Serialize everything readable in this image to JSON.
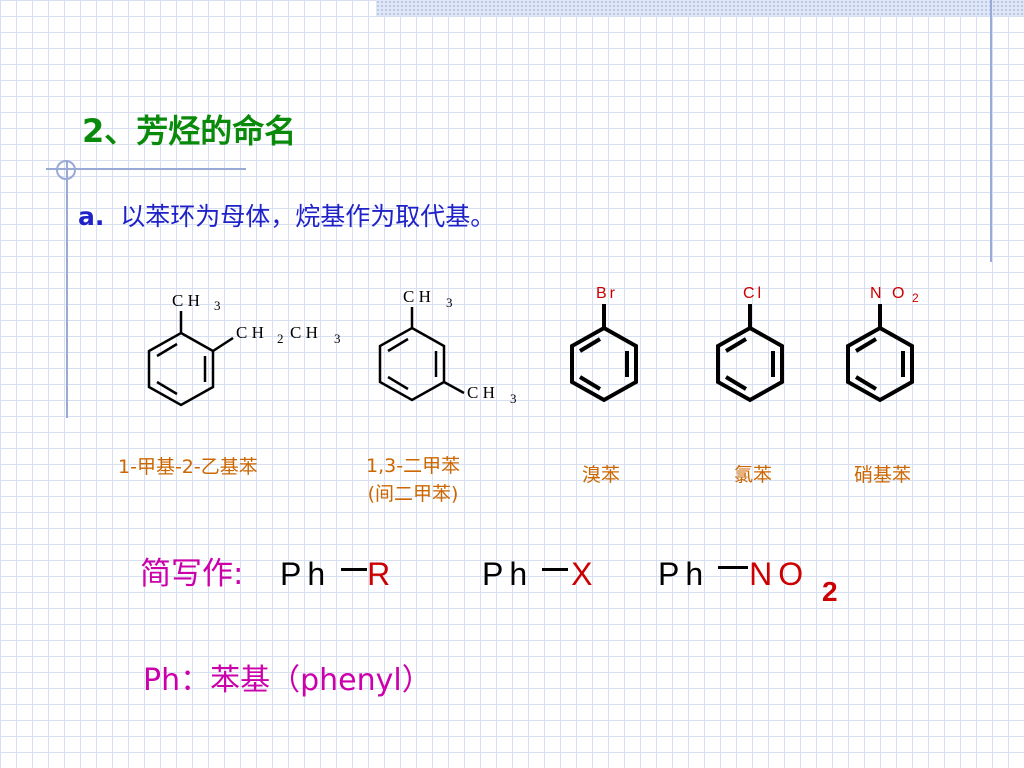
{
  "slide": {
    "title": "2、芳烃的命名",
    "subtitle_lead": "a.",
    "subtitle_text": "以苯环为母体，烷基作为取代基。"
  },
  "structures": [
    {
      "labels": {
        "ch3_top": "C H",
        "ch3_top_sub": "3",
        "ethyl": "C H",
        "ethyl_sub1": "2",
        "ethyl_mid": "C H",
        "ethyl_sub2": "3"
      },
      "name": "1-甲基-2-乙基苯"
    },
    {
      "labels": {
        "ch3_top": "C H",
        "ch3_top_sub": "3",
        "ch3_bottom": "C H",
        "ch3_bottom_sub": "3"
      },
      "name": "1,3-二甲苯",
      "name_line2": "(间二甲苯)"
    },
    {
      "labels": {
        "substituent": "Br"
      },
      "name": "溴苯"
    },
    {
      "labels": {
        "substituent": "Cl"
      },
      "name": "氯苯"
    },
    {
      "labels": {
        "substituent": "N O",
        "substituent_sub": "2"
      },
      "name": "硝基苯"
    }
  ],
  "abbreviation": {
    "label": "简写作:",
    "formulas": [
      {
        "ph": "Ph",
        "group": "R"
      },
      {
        "ph": "Ph",
        "group": "X"
      },
      {
        "ph": "Ph",
        "group": "NO",
        "group_sub": "2"
      }
    ]
  },
  "ph_note": "Ph：苯基（phenyl）",
  "colors": {
    "title": "#0a8a0a",
    "subtitle": "#1e22c8",
    "name": "#cc6600",
    "accent_magenta": "#cc00aa",
    "group_red": "#cc0000",
    "grid": "#d7dff0"
  }
}
